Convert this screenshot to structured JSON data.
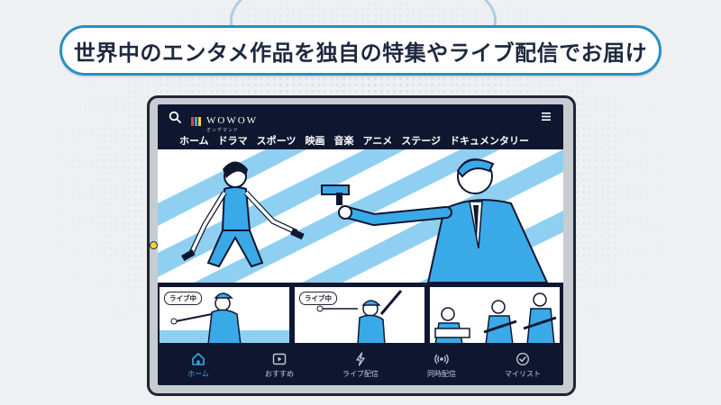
{
  "banner": {
    "text": "世界中のエンタメ作品を独自の特集やライブ配信でお届け"
  },
  "app": {
    "logo_text": "WOWOW",
    "logo_sub": "オンデマンド"
  },
  "tabs": [
    {
      "label": "ホーム",
      "active": true
    },
    {
      "label": "ドラマ"
    },
    {
      "label": "スポーツ"
    },
    {
      "label": "映画"
    },
    {
      "label": "音楽"
    },
    {
      "label": "アニメ"
    },
    {
      "label": "ステージ"
    },
    {
      "label": "ドキュメンタリー"
    }
  ],
  "thumbnails": [
    {
      "badge": "ライブ中",
      "icon": "golfer-illustration"
    },
    {
      "badge": "ライブ中",
      "icon": "baseball-batter-illustration"
    },
    {
      "badge": "",
      "icon": "band-illustration"
    }
  ],
  "bottom_nav": [
    {
      "label": "ホーム",
      "icon": "home-icon",
      "active": true
    },
    {
      "label": "おすすめ",
      "icon": "play-icon"
    },
    {
      "label": "ライブ配信",
      "icon": "bolt-icon"
    },
    {
      "label": "同時配信",
      "icon": "broadcast-icon"
    },
    {
      "label": "マイリスト",
      "icon": "check-circle-icon"
    }
  ],
  "colors": {
    "accent": "#2a8fc4",
    "screen_bg": "#0f1730",
    "illustration_blue": "#3aa9e8",
    "active_nav": "#3aa9e8"
  }
}
